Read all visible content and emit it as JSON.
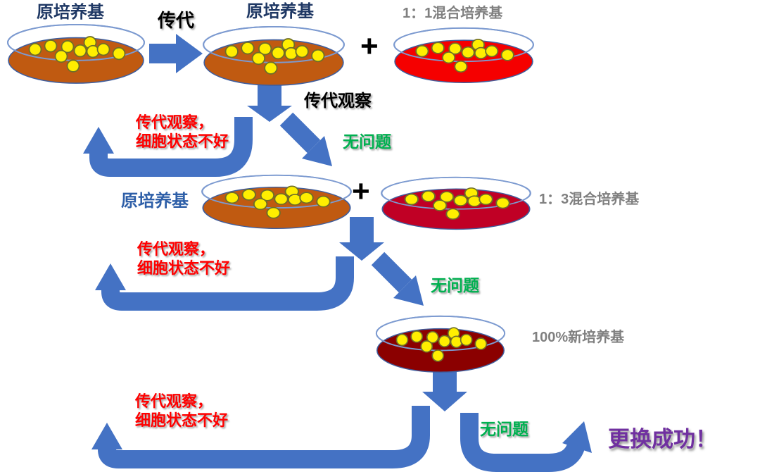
{
  "colors": {
    "arrow": "#4472C4",
    "navy_label": "#1F3864",
    "blue_label": "#2E5FA8",
    "gray_label": "#808080",
    "red_text": "#FF0000",
    "green_text": "#00B050",
    "purple_text": "#7030A0",
    "black_text": "#000000",
    "dish_rim": "#7C9AD0",
    "dish_edge": "#3F5E9E",
    "cell_fill": "#FFEE00",
    "cell_border": "#6E6E28"
  },
  "dishes": [
    {
      "name": "dish-original-1",
      "label": "原培养基",
      "medium": "#C05A11",
      "cells": 10
    },
    {
      "name": "dish-original-2",
      "label": "原培养基",
      "medium": "#C05A11",
      "cells": 10
    },
    {
      "name": "dish-mix-1-1",
      "label": "1：1混合培养基",
      "medium": "#F50000",
      "cells": 10
    },
    {
      "name": "dish-original-3",
      "label": "原培养基",
      "medium": "#C05A11",
      "cells": 10
    },
    {
      "name": "dish-mix-1-3",
      "label": "1：3混合培养基",
      "medium": "#C00025",
      "cells": 10
    },
    {
      "name": "dish-new-100",
      "label": "100%新培养基",
      "medium": "#8B0000",
      "cells": 10
    }
  ],
  "labels": {
    "passage": "传代",
    "plus_1": "+",
    "plus_2": "+",
    "passage_observe": "传代观察",
    "success": "更换成功！"
  },
  "branches": [
    {
      "bad_line1": "传代观察，",
      "bad_line2": "细胞状态不好",
      "ok": "无问题"
    },
    {
      "bad_line1": "传代观察，",
      "bad_line2": "细胞状态不好",
      "ok": "无问题"
    },
    {
      "bad_line1": "传代观察，",
      "bad_line2": "细胞状态不好",
      "ok": "无问题"
    }
  ]
}
